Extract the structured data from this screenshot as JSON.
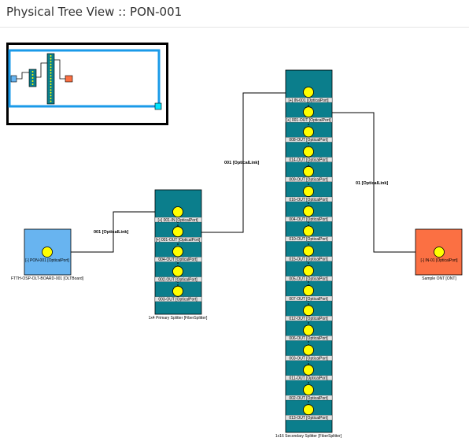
{
  "page": {
    "title": "Physical Tree View :: PON-001"
  },
  "colors": {
    "olt": "#68b4f0",
    "splitter": "#0b7e8c",
    "ont": "#fb7043",
    "port": "#ffff00",
    "minimap_view": "#1a9ae8",
    "minimap_border": "#000000"
  },
  "nodes": {
    "olt": {
      "label": "FTTH-OSP-OLT-BOARD-001 [OLTBoard]",
      "ports": [
        "[-] PON-001 [OpticalPort]"
      ]
    },
    "primary": {
      "label": "1x4 Primary Splitter [FiberSplitter]",
      "ports": [
        "[+] 001-IN [OpticalPort]",
        "[+] 001-OUT [OpticalPort]",
        "004-OUT [OpticalPort]",
        "002-OUT [OpticalPort]",
        "003-OUT [OpticalPort]"
      ]
    },
    "secondary": {
      "label": "1x16 Secondary Splitter [FiberSplitter]",
      "ports": [
        "[+] IN-001 [OpticalPort]",
        "[+] 001-OUT [OpticalPort]",
        "008-OUT [OpticalPort]",
        "014-OUT [OpticalPort]",
        "009-OUT [OpticalPort]",
        "016-OUT [OpticalPort]",
        "004-OUT [OpticalPort]",
        "010-OUT [OpticalPort]",
        "015-OUT [OpticalPort]",
        "005-OUT [OpticalPort]",
        "007-OUT [OpticalPort]",
        "012-OUT [OpticalPort]",
        "006-OUT [OpticalPort]",
        "003-OUT [OpticalPort]",
        "011-OUT [OpticalPort]",
        "002-OUT [OpticalPort]",
        "013-OUT [OpticalPort]"
      ]
    },
    "ont": {
      "label": "Sample ONT [ONT]",
      "ports": [
        "[-] IN-01 [OpticalPort]"
      ]
    }
  },
  "links": [
    {
      "label": "001 [OpticalLink]"
    },
    {
      "label": "001 [OpticalLink]"
    },
    {
      "label": "01 [OpticalLink]"
    }
  ]
}
